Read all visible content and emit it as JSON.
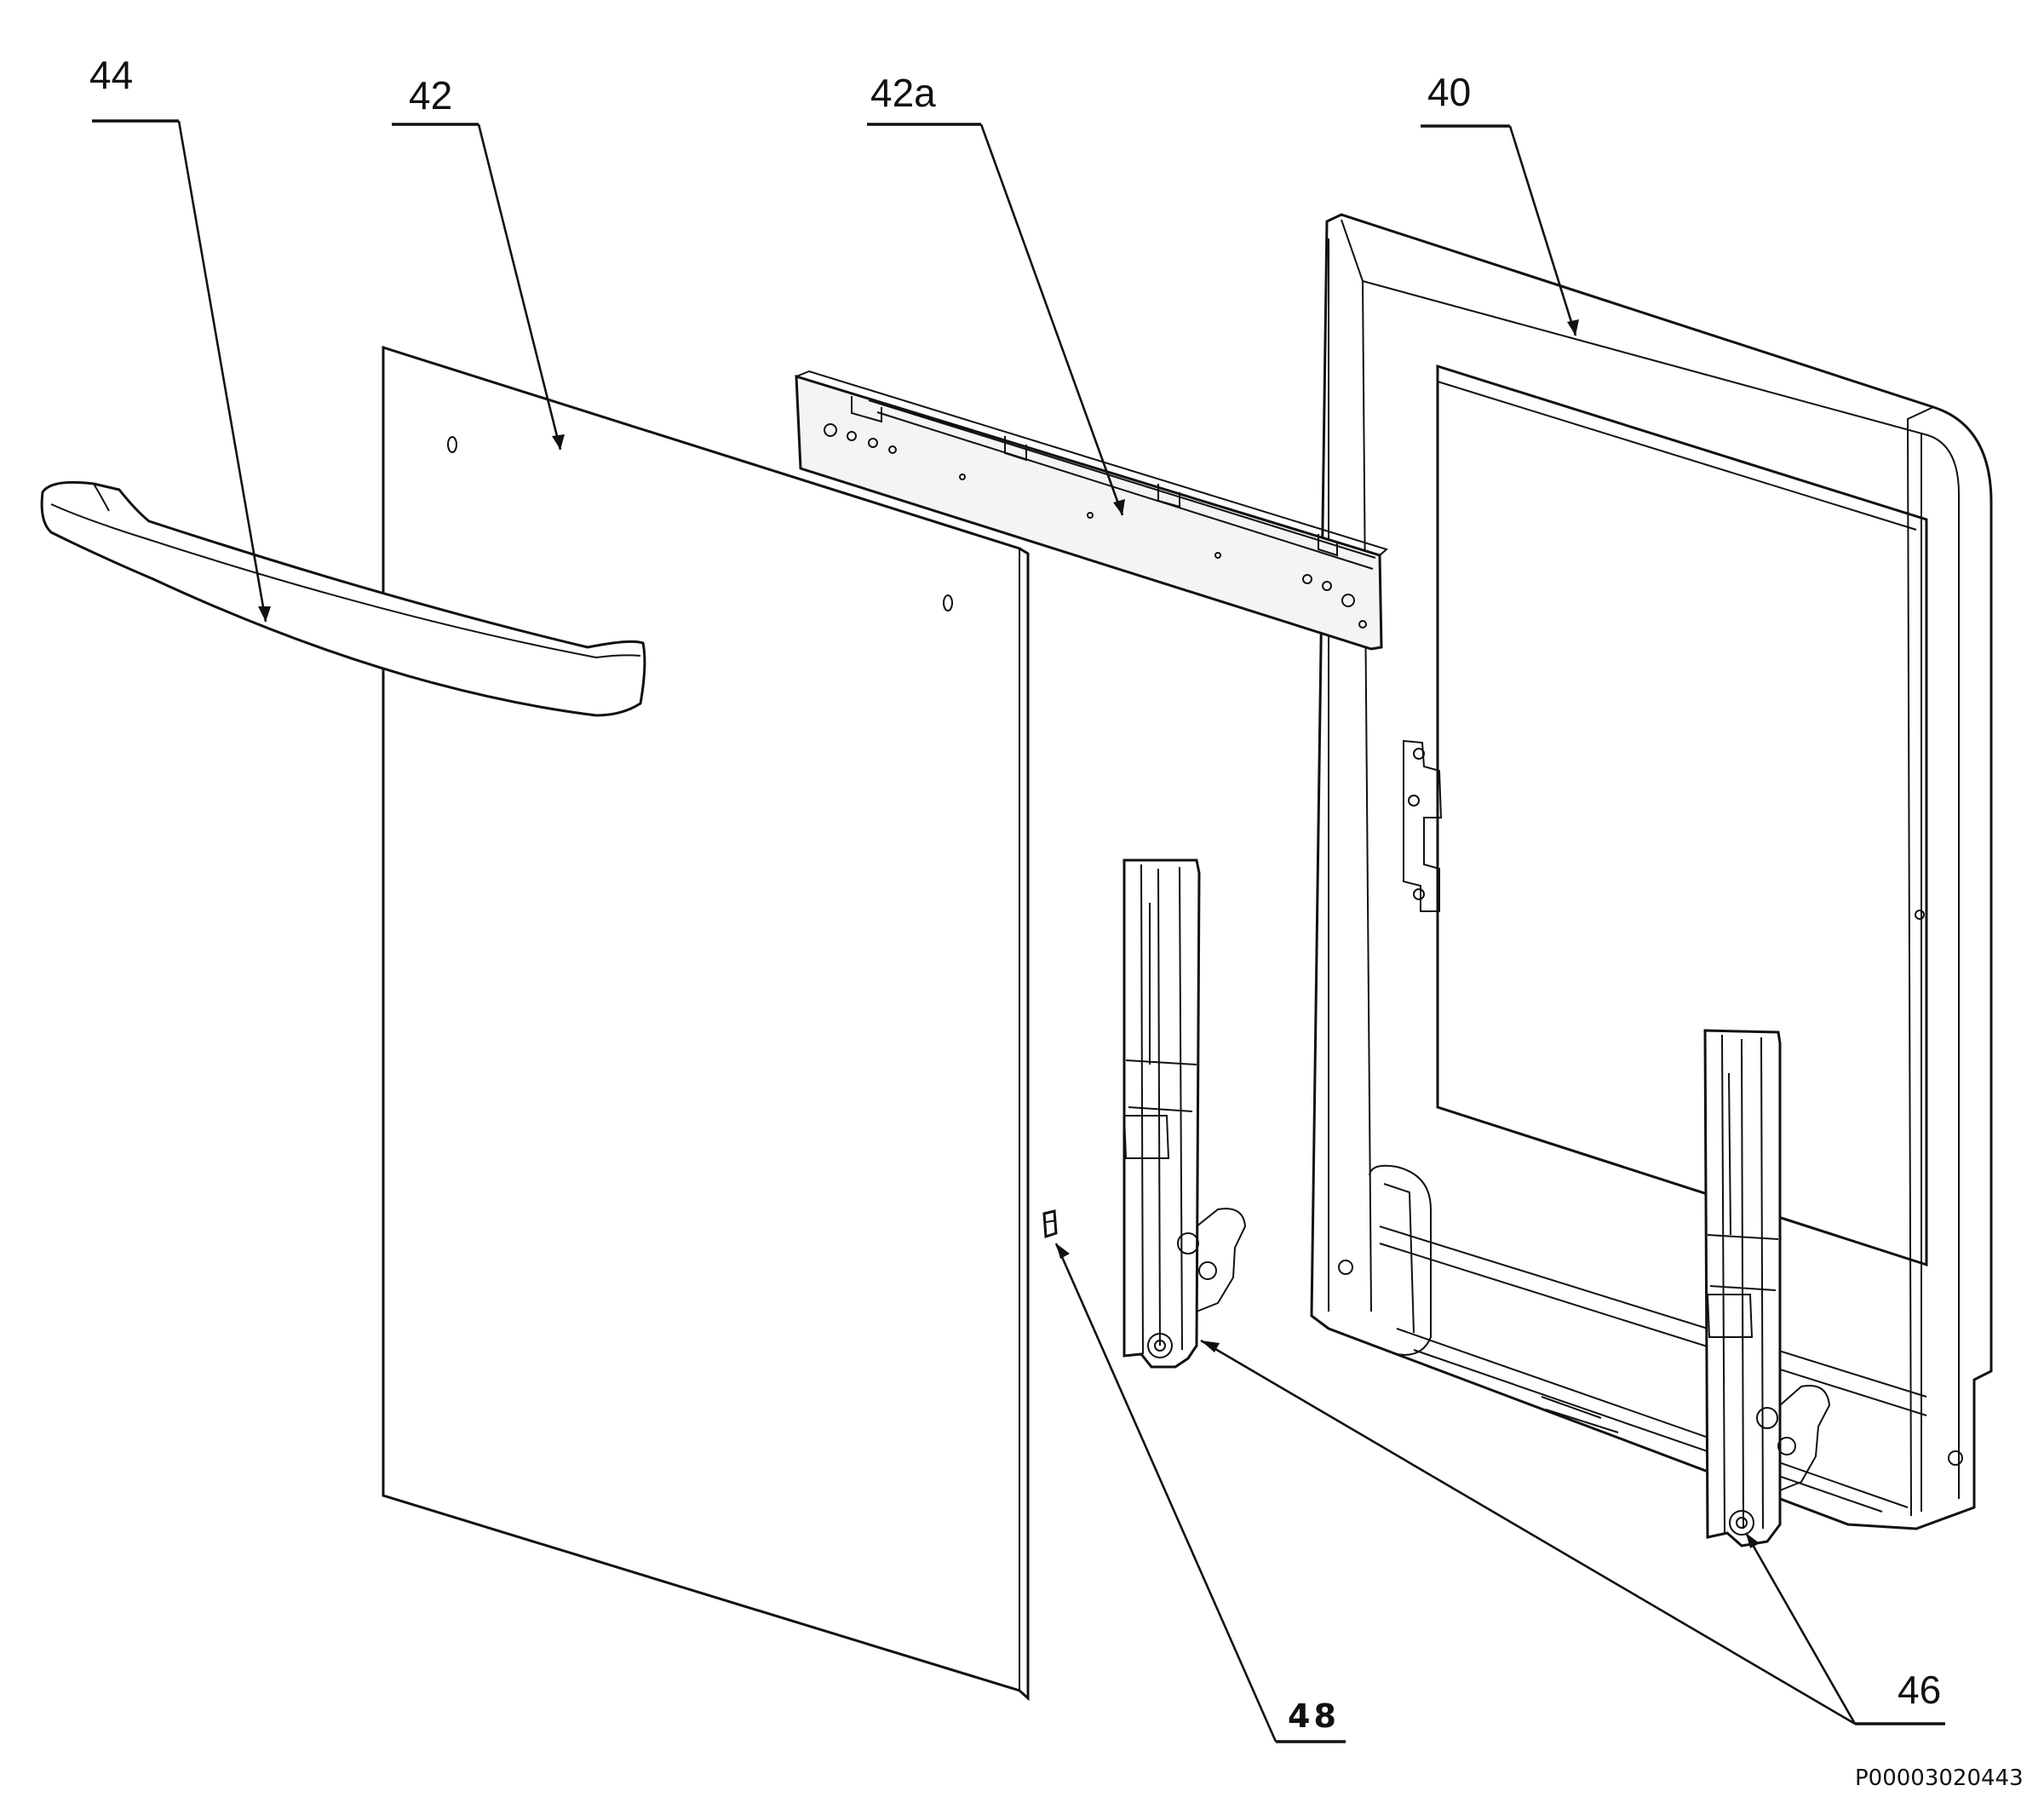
{
  "labels": {
    "door_frame": "40",
    "glass_panel": "42",
    "top_bracket": "42a",
    "handle": "44",
    "hinges": "46",
    "clip": "48"
  },
  "document_id": "P00003020443"
}
